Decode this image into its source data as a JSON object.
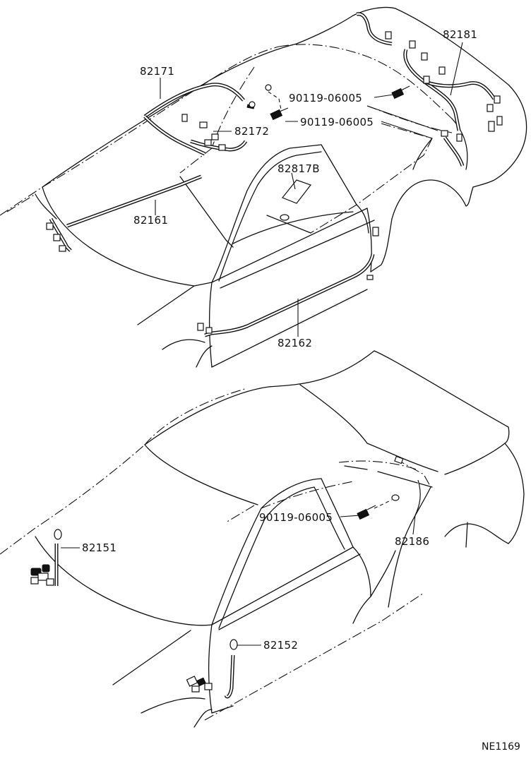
{
  "diagram_code": "NE1169",
  "upper_view": {
    "parts": [
      {
        "id": "p82181",
        "number": "82181"
      },
      {
        "id": "p82171",
        "number": "82171"
      },
      {
        "id": "p90119a",
        "number": "90119-06005"
      },
      {
        "id": "p90119b",
        "number": "90119-06005"
      },
      {
        "id": "p82172",
        "number": "82172"
      },
      {
        "id": "p82817b",
        "number": "82817B"
      },
      {
        "id": "p82161",
        "number": "82161"
      },
      {
        "id": "p82162",
        "number": "82162"
      }
    ]
  },
  "lower_view": {
    "parts": [
      {
        "id": "p90119c",
        "number": "90119-06005"
      },
      {
        "id": "p82186",
        "number": "82186"
      },
      {
        "id": "p82151",
        "number": "82151"
      },
      {
        "id": "p82152",
        "number": "82152"
      }
    ]
  }
}
